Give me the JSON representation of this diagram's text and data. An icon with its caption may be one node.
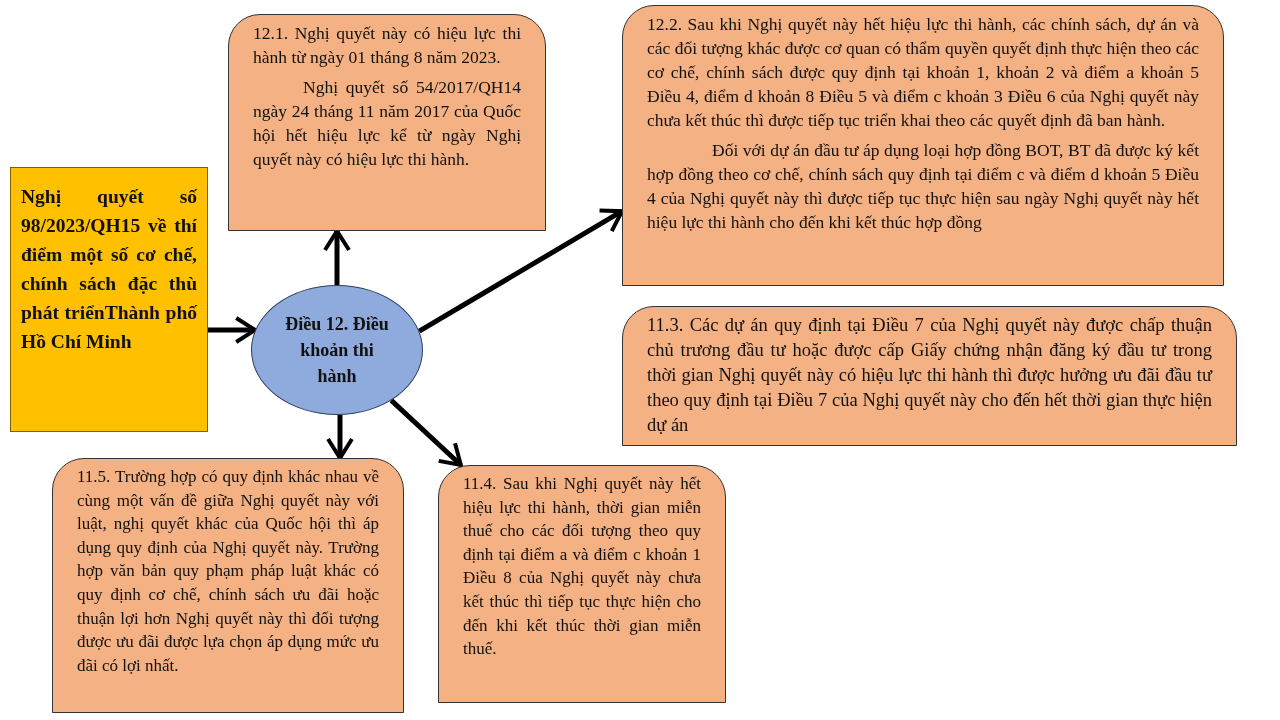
{
  "diagram": {
    "nodes": [
      {
        "text": [
          "Nghị quyết số 98/2023/QH15 về thí điểm một số cơ chế, chính sách đặc thù phát triểnThành phố Hồ Chí Minh"
        ]
      },
      {
        "text": [
          "Điều 12. Điều khoản thi hành"
        ]
      },
      {
        "text": [
          "12.1. Nghị quyết này có hiệu lực thi hành từ ngày 01 tháng 8 năm 2023.",
          "Nghị quyết số 54/2017/QH14 ngày 24 tháng 11 năm 2017 của Quốc hội hết hiệu lực kể từ ngày Nghị quyết này có hiệu lực thi hành."
        ]
      },
      {
        "text": [
          "12.2. Sau khi Nghị quyết này hết hiệu lực thi hành, các chính sách, dự án và các đối tượng khác được cơ quan có thẩm quyền quyết định thực hiện theo các cơ chế, chính sách được quy định tại khoản 1, khoản 2 và điểm a khoản 5 Điều 4, điểm d khoản 8 Điều 5 và điểm c khoản 3 Điều 6 của Nghị quyết này chưa kết thúc thì được tiếp tục triển khai theo các quyết định đã ban hành.",
          "Đối với dự án đầu tư áp dụng loại hợp đồng BOT, BT đã được ký kết hợp đồng theo cơ chế, chính sách quy định tại điểm c và điểm d khoản 5 Điều 4 của Nghị quyết này thì được tiếp tục thực hiện sau ngày Nghị quyết này hết hiệu lực thi hành cho đến khi kết thúc hợp đồng"
        ]
      },
      {
        "text": [
          "11.3. Các dự án quy định tại Điều 7 của Nghị quyết này được chấp thuận chủ trương đầu tư hoặc được cấp Giấy chứng nhận đăng ký đầu tư trong thời gian Nghị quyết này có hiệu lực thi hành thì được hưởng ưu đãi đầu tư theo quy định tại Điều 7 của Nghị quyết này cho đến hết thời gian thực hiện dự án"
        ]
      },
      {
        "text": [
          "11.5. Trường hợp có quy định khác nhau về cùng một vấn đề giữa Nghị quyết này với luật, nghị quyết khác của Quốc hội thì áp dụng quy định của Nghị quyết này. Trường hợp văn bản quy phạm pháp luật khác có quy định cơ chế, chính sách ưu đãi hoặc thuận lợi hơn Nghị quyết này thì đối tượng được ưu đãi được lựa chọn áp dụng mức ưu đãi có lợi nhất."
        ]
      },
      {
        "text": [
          "11.4. Sau khi Nghị quyết này hết hiệu lực thi hành, thời gian miễn thuế cho các đối tượng theo quy định tại điểm a và điểm c khoản 1 Điều 8 của Nghị quyết này chưa kết thúc thì tiếp tục thực hiện cho đến khi kết thúc thời gian miễn thuế."
        ]
      }
    ],
    "edges": [
      {
        "from": 0,
        "to": 1,
        "arrow": "to"
      },
      {
        "from": 1,
        "to": 2,
        "arrow": "to"
      },
      {
        "from": 1,
        "to": 3,
        "arrow": "to"
      },
      {
        "from": 1,
        "to": 5,
        "arrow": "to"
      },
      {
        "from": 1,
        "to": 6,
        "arrow": "to"
      }
    ]
  }
}
